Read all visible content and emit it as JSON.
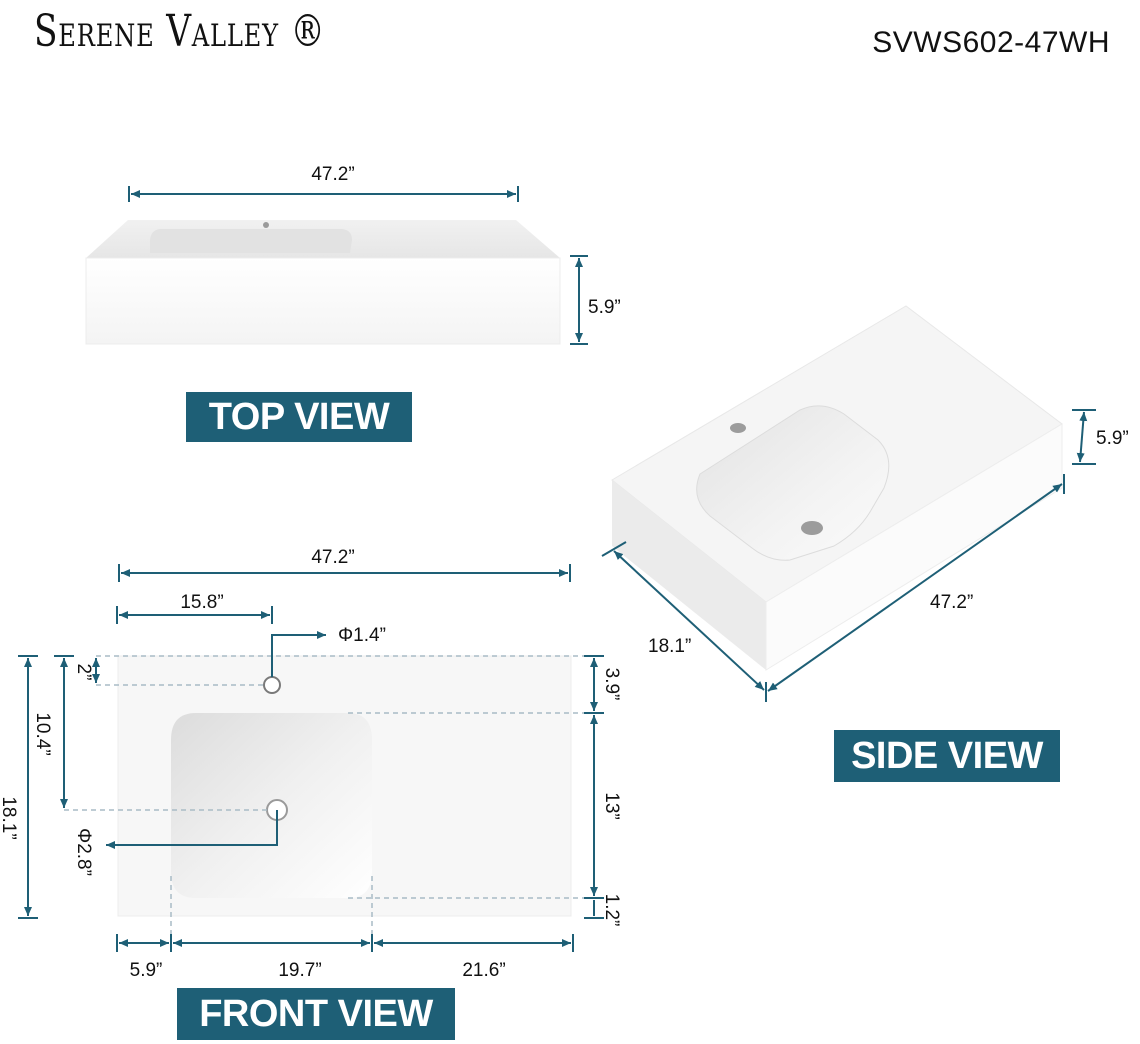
{
  "brand": {
    "name": "Serene Valley ®"
  },
  "model": "SVWS602-47WH",
  "colors": {
    "accent": "#1e5f76",
    "dimension_line": "#1e5f76"
  },
  "views": {
    "top": {
      "label": "TOP VIEW",
      "width": "47.2”",
      "height": "5.9”"
    },
    "side": {
      "label": "SIDE VIEW",
      "height": "5.9”",
      "length": "47.2”",
      "depth": "18.1”"
    },
    "front": {
      "label": "FRONT VIEW",
      "overall_width": "47.2”",
      "faucet_offset": "15.8”",
      "faucet_hole": "Φ1.4”",
      "faucet_to_back": "2”",
      "drain_to_back": "10.4”",
      "overall_depth": "18.1”",
      "drain_hole": "Φ2.8”",
      "back_to_basin": "3.9”",
      "basin_depth": "13”",
      "basin_to_front": "1.2”",
      "left_margin": "5.9”",
      "basin_width": "19.7”",
      "right_deck": "21.6”"
    }
  }
}
